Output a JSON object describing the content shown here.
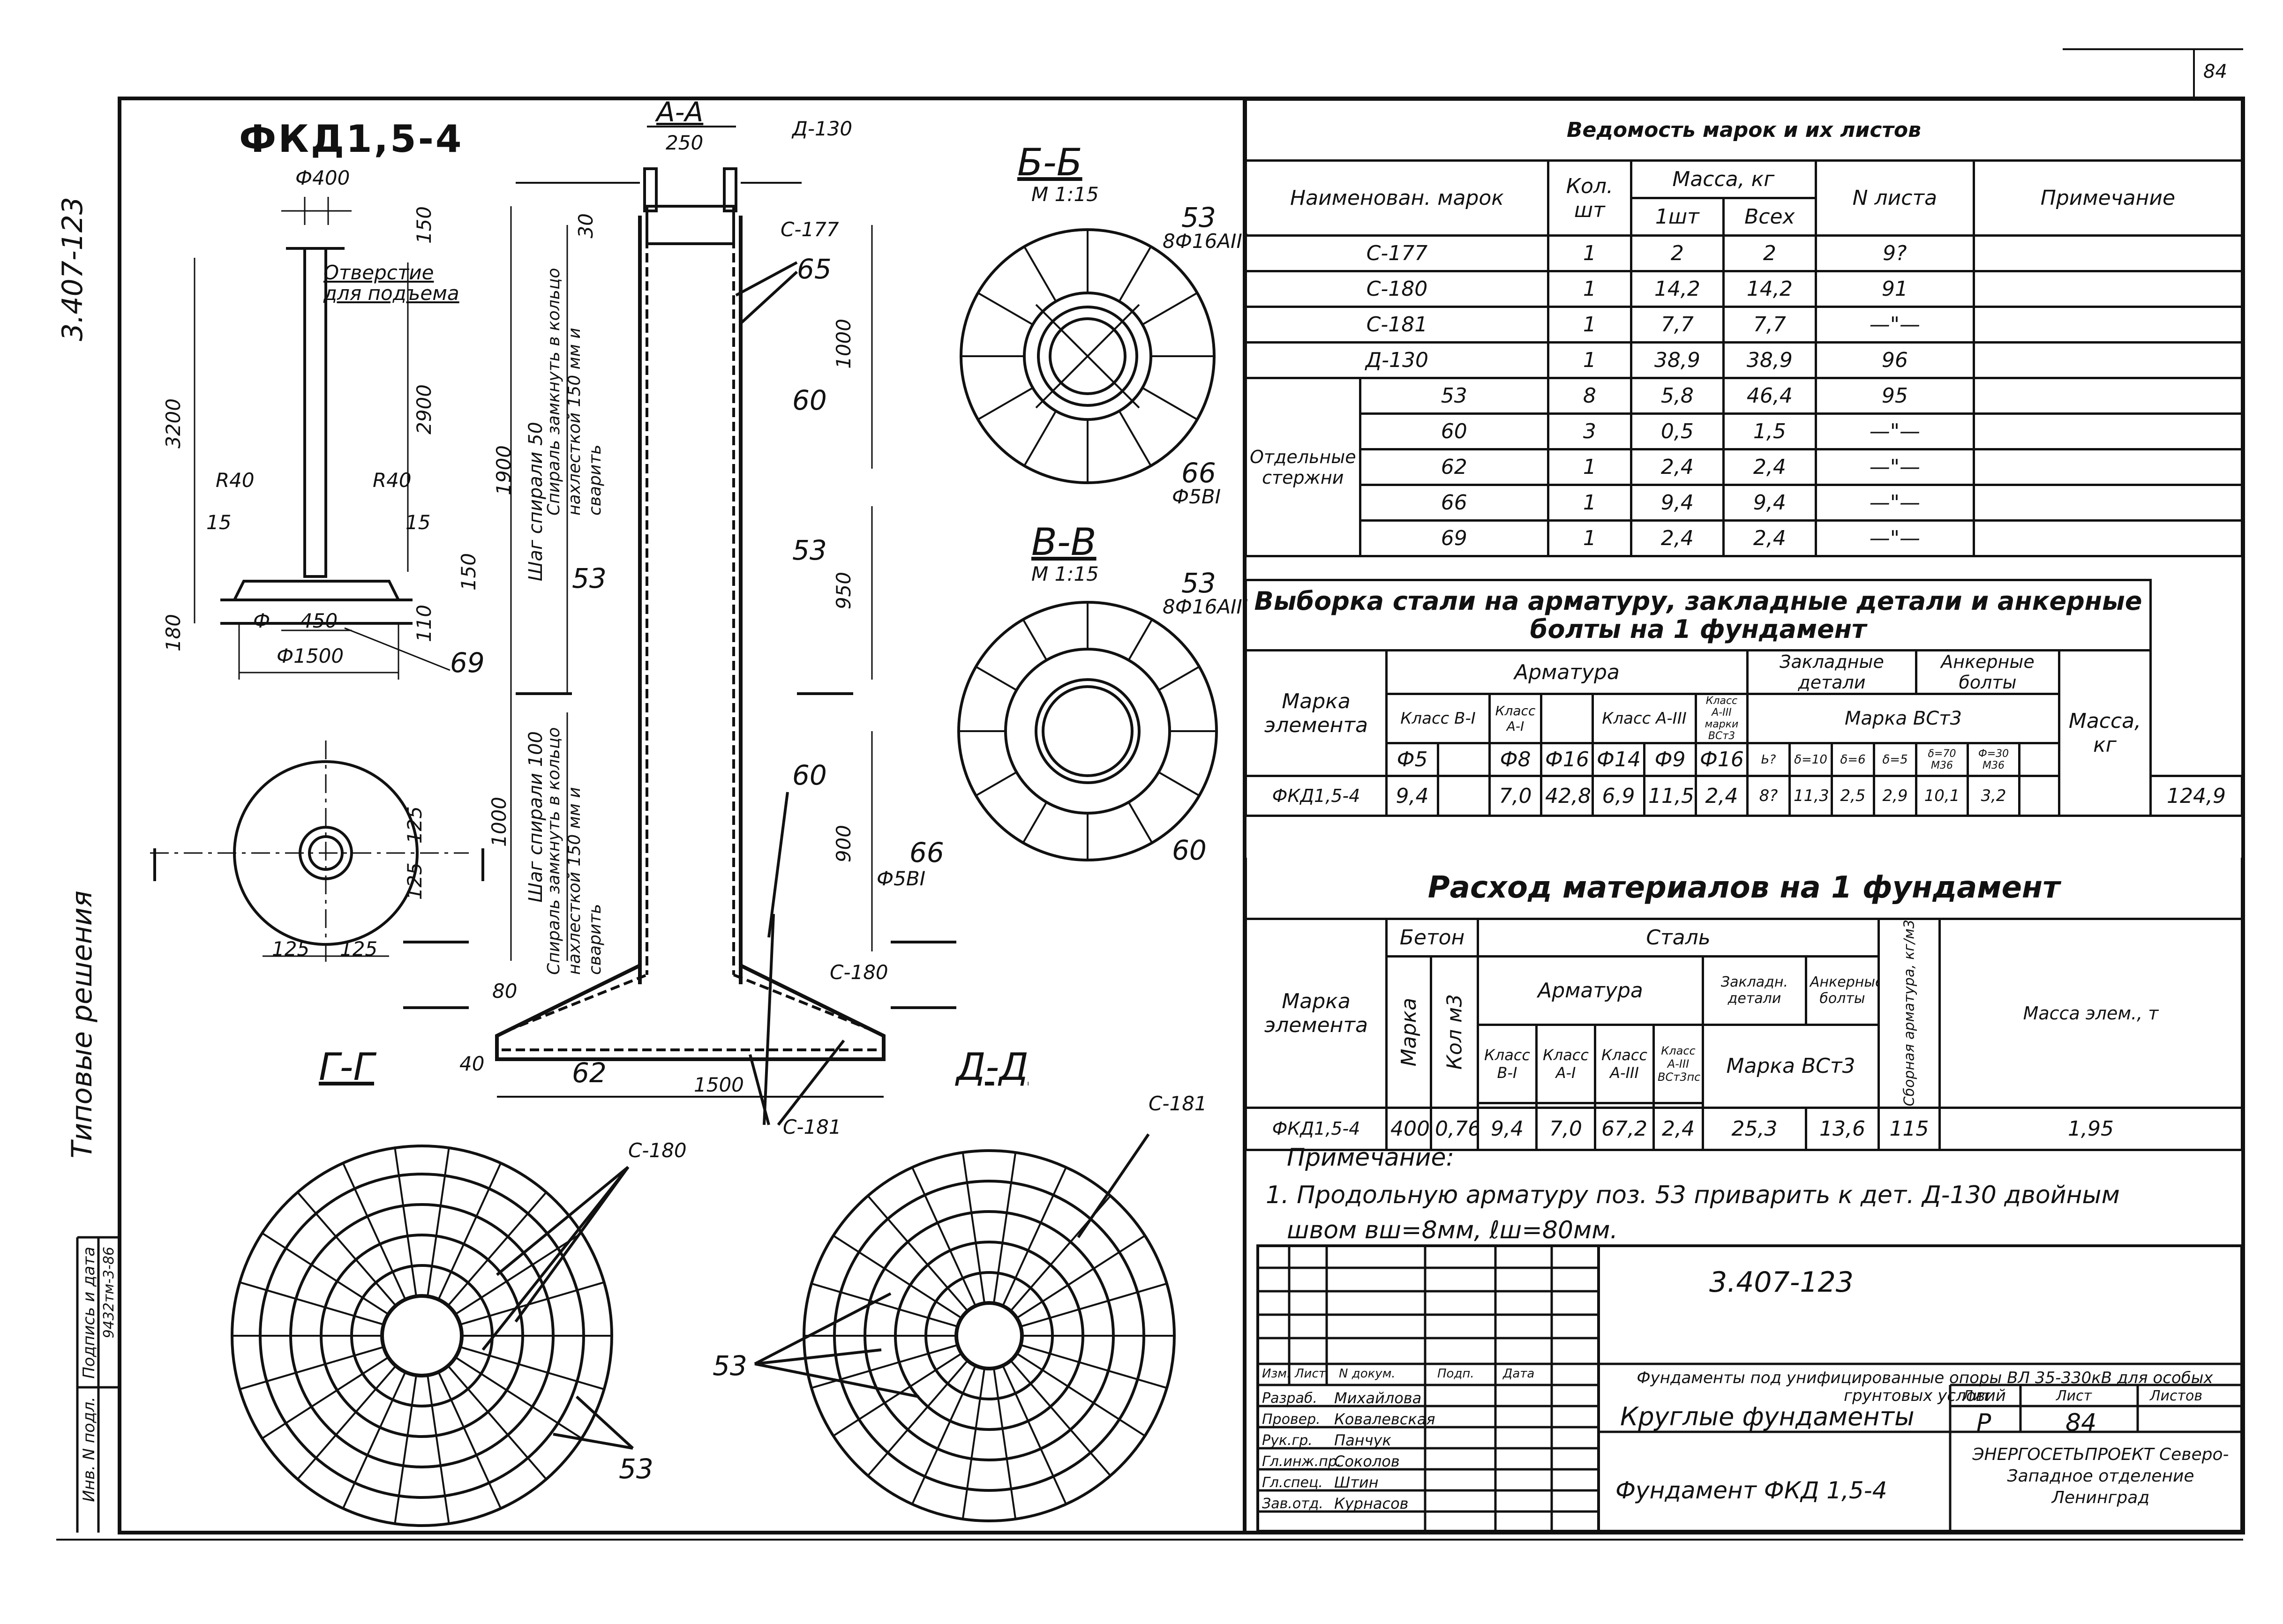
{
  "sheet": {
    "code_side": "3.407-123",
    "code_top": "84",
    "mark": "ФКД1,5-4",
    "side_section": "Типовые решения",
    "inv_label": "Инв. N подл.",
    "sign_label": "Подпись и дата",
    "inv_value": "9432тм-3-86"
  },
  "drawing": {
    "sec_AA": "А-А",
    "sec_BB": "Б-Б",
    "sec_VV": "В-В",
    "sec_GG": "Г-Г",
    "sec_DD": "Д-Д",
    "scale1": "М 1:15",
    "scale2": "М 1:15",
    "d130": "Д-130",
    "c177": "С-177",
    "c180": "С-180",
    "c181": "С-181",
    "c180b": "С-180",
    "c181b": "С-181",
    "n53": "53",
    "n60": "60",
    "n62": "62",
    "n65": "65",
    "n66": "66",
    "n69": "69",
    "rebar1": "8Ф16АIII",
    "rebar2": "Ф5ВI",
    "hole_note": "Отверстие для подъема",
    "spiral1": "Шаг спирали 50",
    "spiral2": "Спираль замкнуть в кольцо нахлесткой 150 мм и сварить",
    "spiral3": "Шаг спирали 100",
    "dims": [
      "Ф400",
      "150",
      "3200",
      "2900",
      "R40",
      "R40",
      "15",
      "15",
      "150",
      "180",
      "110",
      "Ф",
      "450",
      "Ф1500",
      "125",
      "125",
      "125",
      "125",
      "250",
      "30",
      "1000",
      "1900",
      "950",
      "1000",
      "900",
      "80",
      "40",
      "1500"
    ]
  },
  "t1": {
    "title": "Ведомость марок и их листов",
    "headers": [
      "Наименован. марок",
      "Кол. шт",
      "Масса, кг",
      "1шт",
      "Всех",
      "N листа",
      "Примечание"
    ],
    "rows": [
      [
        "С-177",
        "1",
        "2",
        "2",
        "9?"
      ],
      [
        "С-180",
        "1",
        "14,2",
        "14,2",
        "91"
      ],
      [
        "С-181",
        "1",
        "7,7",
        "7,7",
        "—\"—"
      ],
      [
        "Д-130",
        "1",
        "38,9",
        "38,9",
        "96"
      ],
      [
        "53",
        "8",
        "5,8",
        "46,4",
        "95"
      ],
      [
        "60",
        "3",
        "0,5",
        "1,5",
        "—\"—"
      ],
      [
        "62",
        "1",
        "2,4",
        "2,4",
        "—\"—"
      ],
      [
        "66",
        "1",
        "9,4",
        "9,4",
        "—\"—"
      ],
      [
        "69",
        "1",
        "2,4",
        "2,4",
        "—\"—"
      ]
    ],
    "group_label": "Отдельные стержни"
  },
  "t2": {
    "title": "Выборка стали на арматуру, закладные детали и анкерные болты на 1 фундамент",
    "h_mark": "Марка элемента",
    "h_arm": "Арматура",
    "h_zakl": "Закладные детали",
    "h_anker": "Анкерные болты",
    "h_mass": "Масса, кг",
    "h_k1": "Класс В-I",
    "h_k2": "Класс А-I",
    "h_k3": "Класс А-III",
    "h_k4": "Класс А-III марки ВСт3",
    "h_steel": "Марка ВСт3",
    "diams": [
      "Ф5",
      "Ф8",
      "Ф16",
      "Ф14",
      "Ф9",
      "Ф16",
      "Ь?",
      "δ=10",
      "δ=6",
      "δ=5",
      "δ=70 М36",
      "Ф=30 М36"
    ],
    "row": [
      "ФКД1,5-4",
      "9,4",
      "7,0",
      "42,8",
      "6,9",
      "11,5",
      "2,4",
      "8?",
      "11,3",
      "2,5",
      "2,9",
      "10,1",
      "3,2",
      "124,9"
    ]
  },
  "t3": {
    "title": "Расход материалов на 1 фундамент",
    "h_mark": "Марка элемента",
    "h_beton": "Бетон",
    "h_stal": "Сталь",
    "h_marka": "Марка",
    "h_kol": "Кол м3",
    "h_arm": "Арматура",
    "h_zakl": "Закладн. детали",
    "h_anker": "Анкерные болты",
    "h_b1": "Класс В-I",
    "h_a1": "Класс А-I",
    "h_a3": "Класс А-III",
    "h_a3b": "Класс А-III ВСт3пс",
    "h_vst": "Марка ВСт3",
    "h_skoba": "Сборная арматура, кг/м3",
    "h_massa": "Масса элем., т",
    "row": [
      "ФКД1,5-4",
      "400",
      "0,76",
      "9,4",
      "7,0",
      "67,2",
      "2,4",
      "25,3",
      "13,6",
      "115",
      "1,95"
    ]
  },
  "note": {
    "title": "Примечание:",
    "line1": "1. Продольную арматуру поз. 53 приварить к дет. Д-130 двойным",
    "line2": "швом вш=8мм, ℓш=80мм."
  },
  "stamp": {
    "code": "3.407-123",
    "desc": "Фундаменты под унифицированные опоры ВЛ 35-330кВ для особых грунтовых условий",
    "title": "Круглые фундаменты",
    "subtitle": "Фундамент ФКД 1,5-4",
    "org": "ЭНЕРГОСЕТЬПРОЕКТ Северо-Западное отделение Ленинград",
    "h_izm": "Изм.",
    "h_list": "Лист",
    "h_ndoc": "N докум.",
    "h_podp": "Подп.",
    "h_data": "Дата",
    "h_lit": "Лит",
    "h_list2": "Лист",
    "h_listov": "Листов",
    "lit": "Р",
    "list_no": "84",
    "roles": [
      "Разраб.",
      "Провер.",
      "Рук.гр.",
      "Гл.инж.пр.",
      "Гл.спец.",
      "Зав.отд."
    ],
    "names": [
      "Михайлова",
      "Ковалевская",
      "Панчук",
      "Соколов",
      "Штин",
      "Курнасов"
    ]
  }
}
